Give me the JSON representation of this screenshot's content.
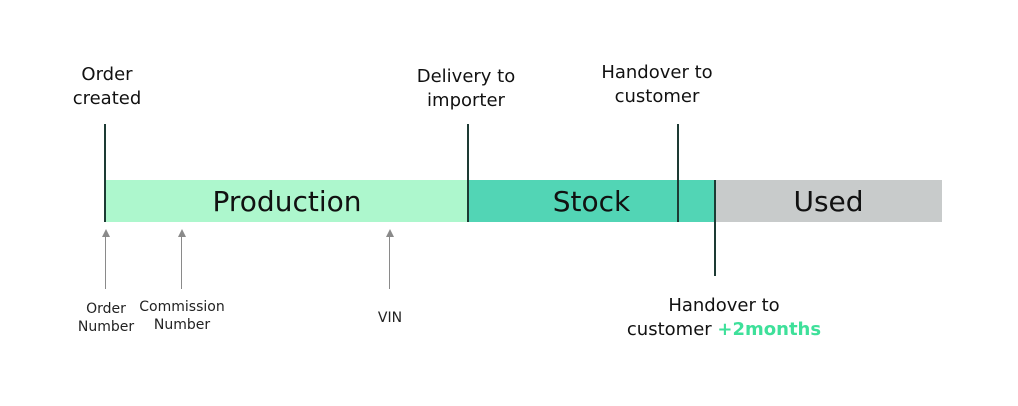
{
  "milestones": {
    "order_created": [
      "Order",
      "created"
    ],
    "delivery_to_importer": [
      "Delivery to",
      "importer"
    ],
    "handover": [
      "Handover to",
      "customer"
    ],
    "handover_plus": {
      "line1": "Handover to",
      "line2": "customer",
      "accent": "+2months"
    }
  },
  "phases": {
    "production": "Production",
    "stock": "Stock",
    "used": "Used"
  },
  "identifiers": {
    "order_number": [
      "Order",
      "Number"
    ],
    "commission_number": [
      "Commission",
      "Number"
    ],
    "vin": "VIN"
  },
  "colors": {
    "production": "#adf7cd",
    "stock": "#52d5b5",
    "used": "#c8cbcb",
    "accent": "#3ee09a",
    "marker": "#1d3b34"
  }
}
